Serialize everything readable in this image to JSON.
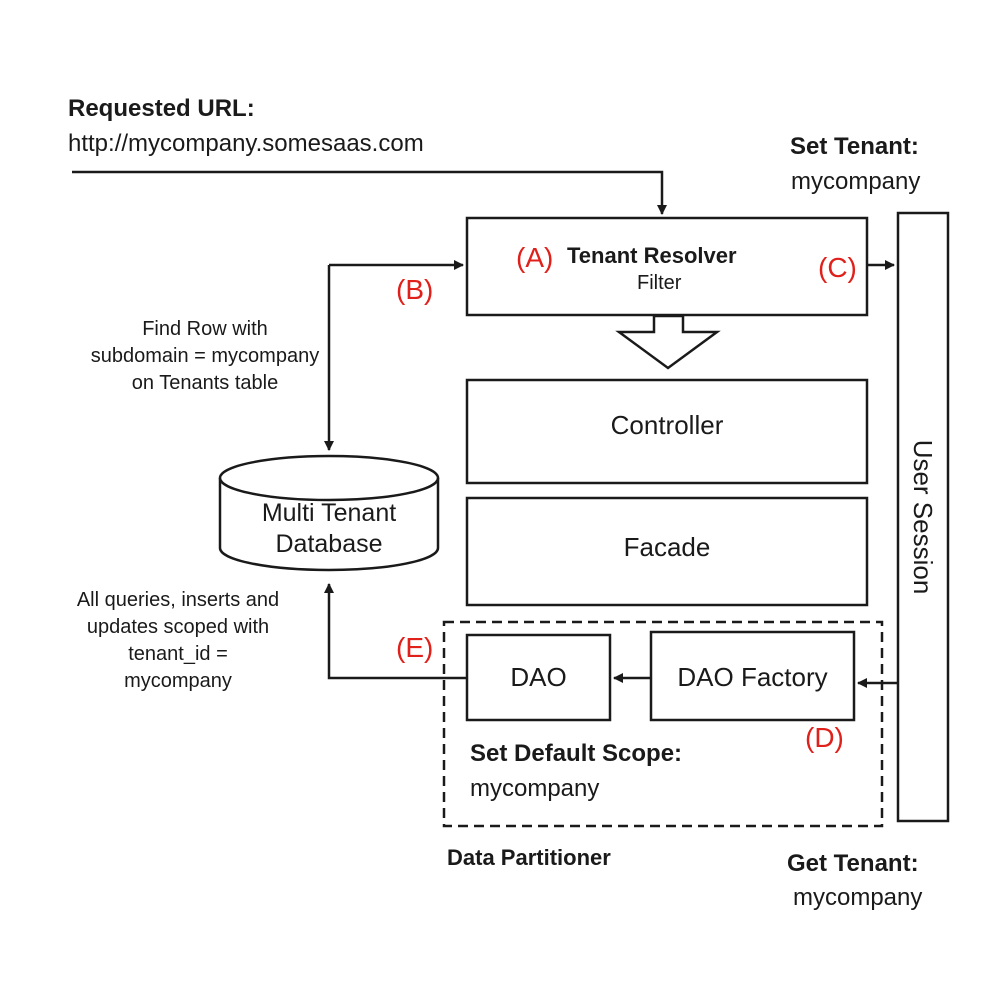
{
  "requested_url": {
    "title": "Requested URL:",
    "url": "http://mycompany.somesaas.com"
  },
  "set_tenant": {
    "title": "Set Tenant:",
    "value": "mycompany"
  },
  "get_tenant": {
    "title": "Get Tenant:",
    "value": "mycompany"
  },
  "tenant_resolver": {
    "title": "Tenant Resolver",
    "subtitle": "Filter"
  },
  "markers": {
    "a": "(A)",
    "b": "(B)",
    "c": "(C)",
    "d": "(D)",
    "e": "(E)"
  },
  "controller": "Controller",
  "facade": "Facade",
  "user_session": "User Session",
  "database": {
    "line1": "Multi Tenant",
    "line2": "Database"
  },
  "find_row": {
    "line1": "Find Row with",
    "line2": "subdomain = mycompany",
    "line3": "on Tenants table"
  },
  "queries": {
    "line1": "All queries, inserts and",
    "line2": "updates scoped with",
    "line3": "tenant_id =",
    "line4": "mycompany"
  },
  "dao": "DAO",
  "dao_factory": "DAO Factory",
  "default_scope": {
    "title": "Set Default Scope:",
    "value": "mycompany"
  },
  "data_partitioner": "Data Partitioner",
  "colors": {
    "marker": "#e0201b",
    "stroke": "#1a1a1a"
  }
}
